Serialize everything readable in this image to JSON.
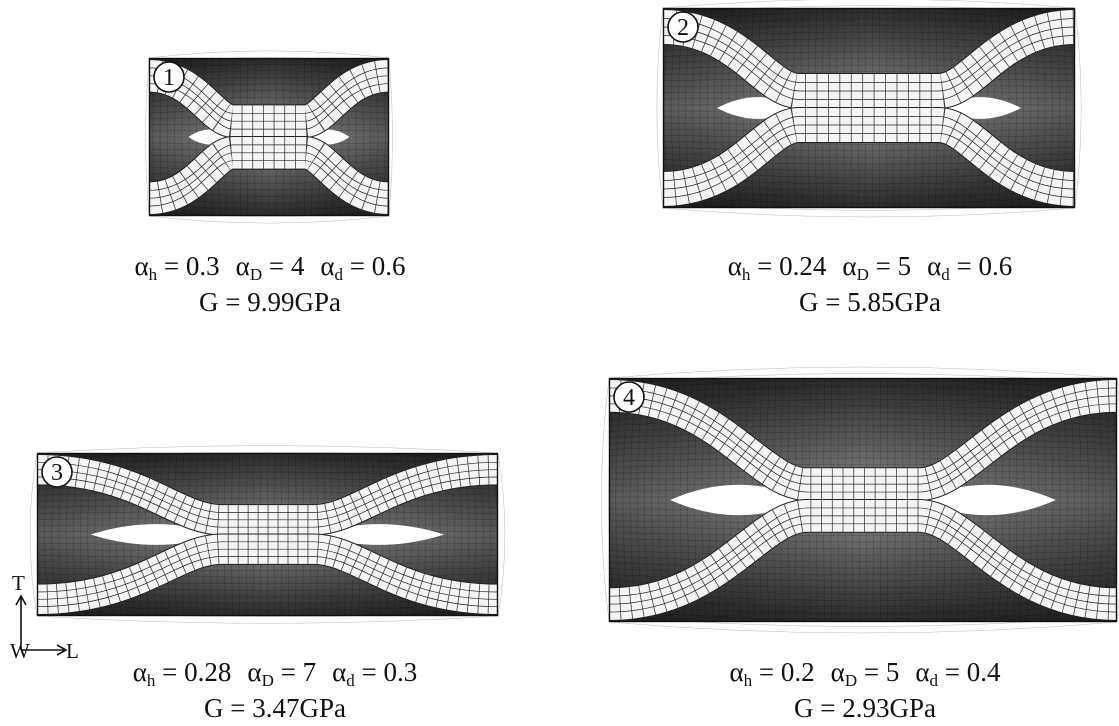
{
  "panels": [
    {
      "badge": "1",
      "params": {
        "ah": "0.3",
        "aD": "4",
        "ad": "0.6"
      },
      "g_text": "G = 9.99GPa",
      "shape": {
        "depth": 0.3,
        "bandFrac": 0.2,
        "halfBridge": 0.15
      }
    },
    {
      "badge": "2",
      "params": {
        "ah": "0.24",
        "aD": "5",
        "ad": "0.6"
      },
      "g_text": "G = 5.85GPa",
      "shape": {
        "depth": 0.34,
        "bandFrac": 0.17,
        "halfBridge": 0.17
      }
    },
    {
      "badge": "3",
      "params": {
        "ah": "0.28",
        "aD": "7",
        "ad": "0.3"
      },
      "g_text": "G = 3.47GPa",
      "shape": {
        "depth": 0.4,
        "bandFrac": 0.18,
        "halfBridge": 0.1
      }
    },
    {
      "badge": "4",
      "params": {
        "ah": "0.2",
        "aD": "5",
        "ad": "0.4"
      },
      "g_text": "G = 2.93GPa",
      "shape": {
        "depth": 0.39,
        "bandFrac": 0.13,
        "halfBridge": 0.11
      }
    }
  ],
  "symbols": {
    "alpha": "α",
    "sub_h": "h",
    "sub_D": "D",
    "sub_d": "d",
    "eq": " = "
  },
  "axes": {
    "t": "T",
    "w": "W",
    "l": "L"
  },
  "colors": {
    "shell_dark": "#2a2a2a",
    "shell_light": "#8a8a8a",
    "band": "#f4f4f4",
    "mesh": "#222222"
  }
}
